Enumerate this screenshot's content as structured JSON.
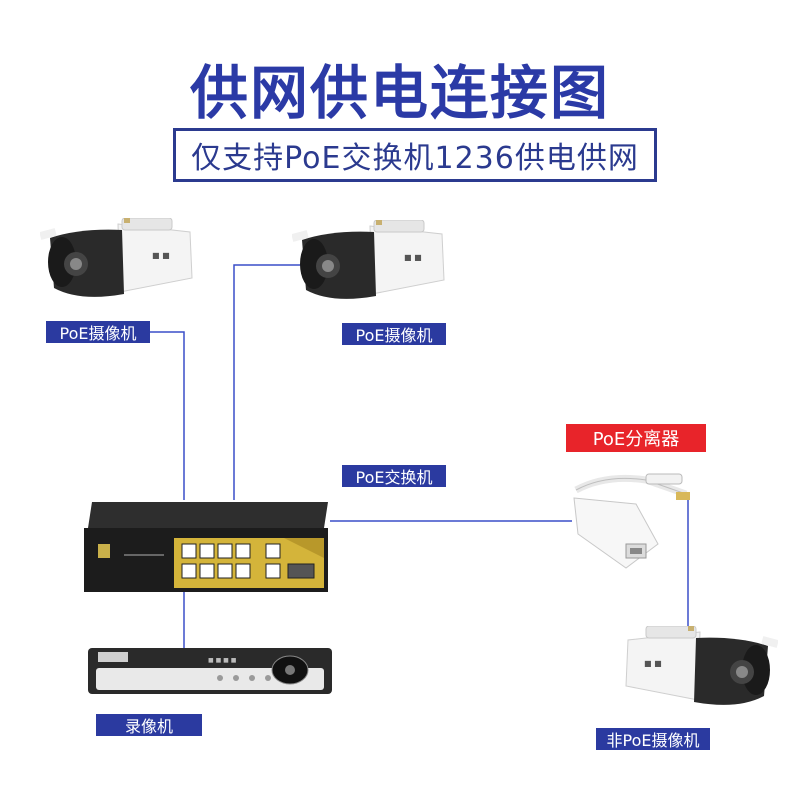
{
  "title": "供网供电连接图",
  "subtitle": "仅支持PoE交换机1236供电供网",
  "labels": {
    "camera1": "PoE摄像机",
    "camera2": "PoE摄像机",
    "switch": "PoE交换机",
    "splitter": "PoE分离器",
    "nvr": "录像机",
    "camera3": "非PoE摄像机"
  },
  "colors": {
    "title": "#2b3aa6",
    "label_bg": "#2b3aa0",
    "splitter_label_bg": "#e8242a",
    "wire": "#3a4fc8"
  },
  "icons": {
    "camera": "bullet-camera-icon",
    "switch": "poe-switch-icon",
    "nvr": "nvr-recorder-icon",
    "splitter": "poe-splitter-icon"
  }
}
